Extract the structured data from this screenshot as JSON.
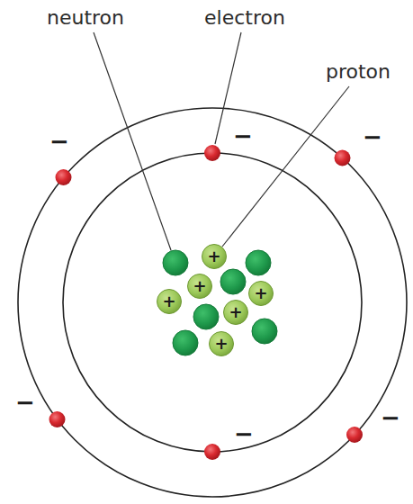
{
  "diagram": {
    "nodes": [
      {
        "text": [
          "+"
        ]
      },
      {
        "text": [
          "+"
        ]
      },
      {
        "text": [
          "+"
        ]
      },
      {
        "text": [
          "+"
        ]
      },
      {
        "text": [
          "+"
        ]
      },
      {
        "text": [
          "+"
        ]
      }
    ],
    "labels": [
      "neutron",
      "electron",
      "proton",
      "−",
      "−",
      "−",
      "−",
      "−",
      "−"
    ]
  }
}
